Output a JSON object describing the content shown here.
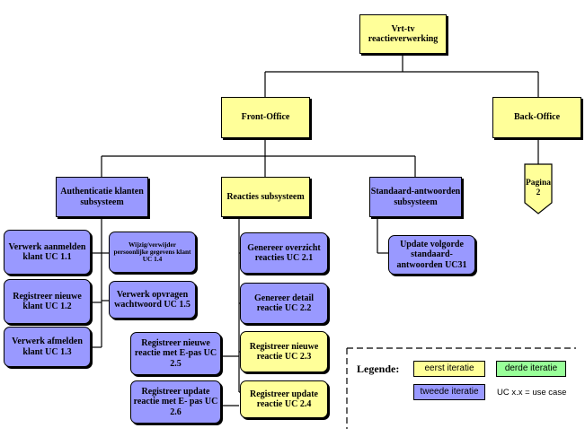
{
  "root": "Vrt-tv reactieverwerking",
  "front_office": "Front-Office",
  "back_office": "Back-Office",
  "subsystems": {
    "auth": "Authenticatie klanten subsysteem",
    "reacties": "Reacties subsysteem",
    "standaard": "Standaard-antwoorden subsysteem"
  },
  "page_ref": "Pagina 2",
  "auth_uc": {
    "uc11": "Verwerk aanmelden klant UC 1.1",
    "uc12": "Registreer nieuwe klant UC 1.2",
    "uc13": "Verwerk afmelden klant UC 1.3",
    "uc14": "Wijzig/verwijder persoonlijke gegevens klant UC 1.4",
    "uc15": "Verwerk opvragen wachtwoord UC 1.5",
    "uc25": "Registreer nieuwe reactie met E-pas UC 2.5",
    "uc26": "Registreer update reactie met E- pas UC 2.6"
  },
  "reacties_uc": {
    "uc21": "Genereer overzicht reacties UC 2.1",
    "uc22": "Genereer detail reactie UC 2.2",
    "uc23": "Registreer nieuwe reactie UC 2.3",
    "uc24": "Registreer update reactie UC 2.4"
  },
  "standaard_uc": {
    "uc31": "Update volgorde standaard-antwoorden UC31"
  },
  "legend": {
    "title": "Legende:",
    "first": "eerst iteratie",
    "second": "tweede iteratie",
    "third": "derde iteratie",
    "note": "UC x.x = use case"
  },
  "colors": {
    "first_iteration": "#ffff99",
    "second_iteration": "#9999ff",
    "third_iteration": "#99ff99"
  }
}
